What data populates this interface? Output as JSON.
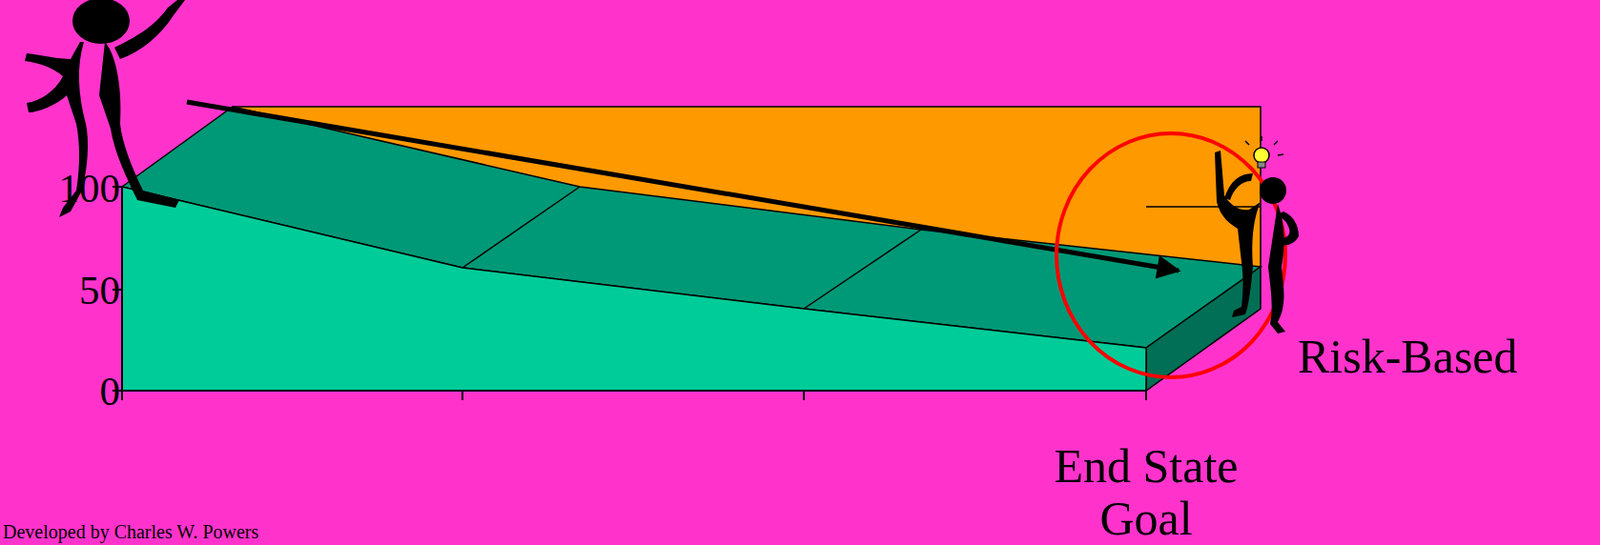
{
  "diagram": {
    "labels": [
      "100",
      "50",
      "0",
      "Risk-Based",
      "End State Goal",
      "Developed by Charles W. Powers"
    ]
  }
}
